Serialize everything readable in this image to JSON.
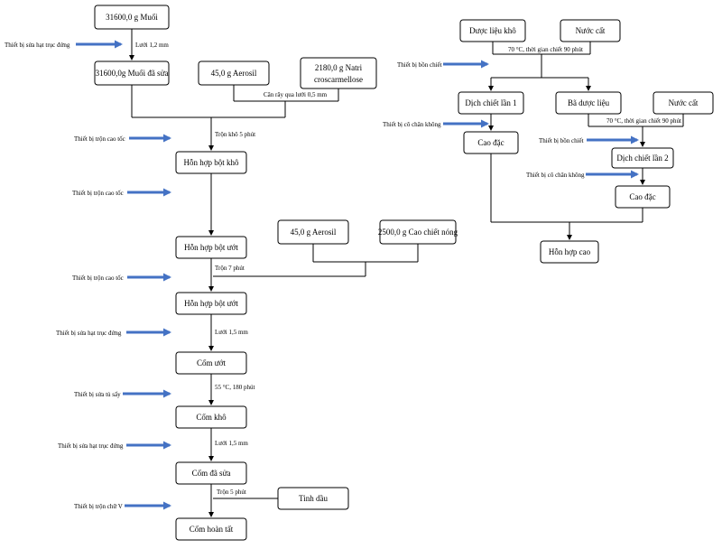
{
  "nodes": {
    "muoi": "31600,0 g Muối",
    "muoi_da_sua": "31600,0g Muối đã sửa",
    "aerosil_1": "45,0 g Aerosil",
    "natri_line1": "2180,0 g Natri",
    "natri_line2": "croscarmellose",
    "hon_hop_bot_kho": "Hỗn hợp bột khô",
    "hon_hop_bot_uot_1": "Hỗn hợp bột ướt",
    "aerosil_2": "45,0 g Aerosil",
    "cao_chiet_nong": "2500,0 g Cao chiết nóng",
    "hon_hop_bot_uot_2": "Hỗn hợp bột ướt",
    "com_uot": "Cốm ướt",
    "com_kho": "Cốm khô",
    "com_da_sua": "Cốm đã sửa",
    "tinh_dau": "Tinh dầu",
    "com_hoan_tat": "Cốm hoàn tất",
    "duoc_lieu_kho": "Dược liệu khô",
    "nuoc_cat_1": "Nước cất",
    "dich_chiet_lan_1": "Dịch chiết lần 1",
    "ba_duoc_lieu": "Bã dược liệu",
    "nuoc_cat_2": "Nước cất",
    "cao_dac_1": "Cao đặc",
    "dich_chiet_lan_2": "Dịch chiết lần 2",
    "cao_dac_2": "Cao đặc",
    "hon_hop_cao": "Hỗn hợp cao"
  },
  "steps": {
    "luoi_1_2": "Lưới 1,2 mm",
    "can_ray": "Cân rây qua lưới 0,5 mm",
    "tron_kho_5": "Trộn khô 5 phút",
    "tron_7": "Trộn 7 phút",
    "luoi_1_5_a": "Lưới 1,5 mm",
    "say_55": "55 °C, 180 phút",
    "luoi_1_5_b": "Lưới 1,5 mm",
    "tron_5": "Trộn 5 phút",
    "chiet_70_a": "70 °C, thời gian chiết 90 phút",
    "chiet_70_b": "70 °C, thời gian chiết 90 phút"
  },
  "equipment": {
    "sua_hat_1": "Thiết bị sửa hạt trục đứng",
    "tron_cao_toc_1": "Thiết bị trộn cao tốc",
    "tron_cao_toc_2": "Thiết bị trộn cao tốc",
    "tron_cao_toc_3": "Thiết bị trộn cao tốc",
    "sua_hat_2": "Thiết bị sửa hạt trục đứng",
    "sua_tu_say": "Thiết bị sửa tủ sấy",
    "sua_hat_3": "Thiết bị sửa hạt trục đứng",
    "tron_chu_v": "Thiết bị trộn chữ V",
    "bon_chiet_1": "Thiết bị bồn chiết",
    "co_chan_khong_1": "Thiết bị cô chân không",
    "bon_chiet_2": "Thiết bị bồn chiết",
    "co_chan_khong_2": "Thiết bị cô chân không"
  },
  "colors": {
    "arrow_blue": "#4472c4",
    "line": "#000000",
    "box_fill": "#ffffff"
  }
}
